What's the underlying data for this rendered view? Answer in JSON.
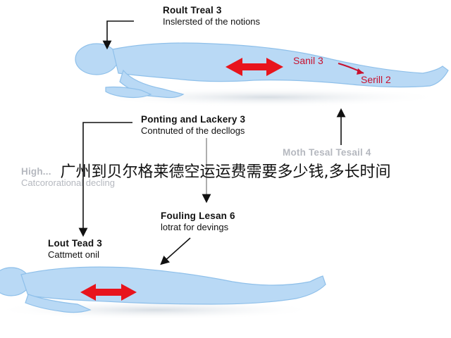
{
  "labels": {
    "top": {
      "title": "Roult Treal 3",
      "sub": "Inslersted of the notions"
    },
    "mid": {
      "title": "Ponting and Lackery 3",
      "sub": "Contnuted of the decllogs"
    },
    "left_faded": {
      "title": "High...",
      "sub": "Catcororational decling"
    },
    "right_faded": {
      "title": "Moth Tesal Tesail 4",
      "sub": ""
    },
    "center_low": {
      "title": "Fouling Lesan 6",
      "sub": "lotrat for devings"
    },
    "lower_left": {
      "title": "Lout Tead 3",
      "sub": "Cattmett onil"
    }
  },
  "red_labels": {
    "upper": "Sanil 3",
    "lower": "Serill 2"
  },
  "overlay_text": "广州到贝尔格莱德空运运费需要多少钱,多长时间",
  "colors": {
    "body": "#b9d9f5",
    "body_outline": "#8fc0ea",
    "arrow_red": "#e8141c",
    "arrow_dark": "#111111"
  }
}
